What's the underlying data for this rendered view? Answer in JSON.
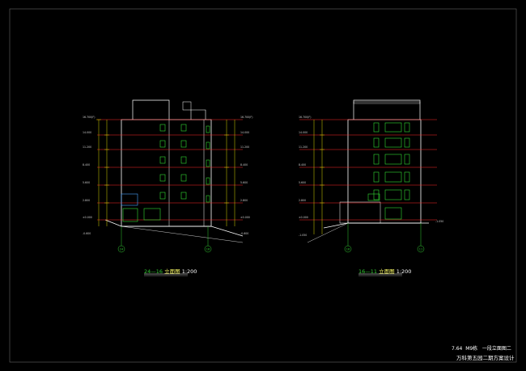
{
  "elevations": [
    {
      "axis_left": "24",
      "axis_right": "16",
      "caption_axes": "24—16",
      "caption_title": "立面图",
      "caption_scale": "1:200",
      "levels": [
        "16.700(F)",
        "14.000",
        "11.200",
        "8.400",
        "5.600",
        "2.800",
        "±0.000",
        "-0.600"
      ]
    },
    {
      "axis_left": "16",
      "axis_right": "11",
      "caption_axes": "16—11",
      "caption_title": "立面图",
      "caption_scale": "1:200",
      "levels": [
        "16.700(F)",
        "14.000",
        "11.200",
        "8.400",
        "5.600",
        "2.800",
        "±0.000",
        "-1.050"
      ]
    }
  ],
  "title_block": {
    "code": "7.64",
    "building": "M9栋",
    "sheet": "一段立面图二",
    "project": "万科第五园二期方案设计"
  },
  "colors": {
    "background": "#000000",
    "outline": "#ffffff",
    "floor_line": "#ff2a2a",
    "window": "#33dd33",
    "dim": "#d6d600",
    "axis": "#33cc33"
  }
}
